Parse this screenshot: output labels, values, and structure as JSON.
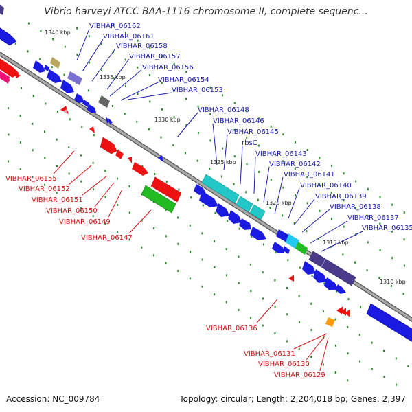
{
  "title": "Vibrio harveyi ATCC BAA-1116 chromosome II, complete sequenc...",
  "footer": {
    "accession": "Accession: NC_009784",
    "summary": "Topology: circular; Length: 2,204,018 bp; Genes: 2,397"
  },
  "colors": {
    "forward_label": "#1a1aa8",
    "reverse_label": "#cc1111",
    "backbone": "#888888",
    "tick": "#2a8a2a"
  },
  "kbp_marks": [
    "1340 kbp",
    "1335 kbp",
    "1330 kbp",
    "1325 kbp",
    "1320 kbp",
    "1315 kbp",
    "1310 kbp"
  ],
  "forward_labels": [
    "VIBHAR_06162",
    "VIBHAR_06161",
    "VIBHAR_06158",
    "VIBHAR_06157",
    "VIBHAR_06156",
    "VIBHAR_06154",
    "VIBHAR_06153",
    "VIBHAR_06148",
    "VIBHAR_06146",
    "VIBHAR_06145",
    "rbsC",
    "VIBHAR_06143",
    "VIBHAR_06142",
    "VIBHAR_06141",
    "VIBHAR_06140",
    "VIBHAR_06139",
    "VIBHAR_06138",
    "VIBHAR_06137",
    "VIBHAR_06135"
  ],
  "reverse_labels": [
    "VIBHAR_06155",
    "VIBHAR_06152",
    "VIBHAR_06151",
    "VIBHAR_06150",
    "VIBHAR_06149",
    "VIBHAR_06147",
    "VIBHAR_06136",
    "VIBHAR_06131",
    "VIBHAR_06130",
    "VIBHAR_06129"
  ]
}
